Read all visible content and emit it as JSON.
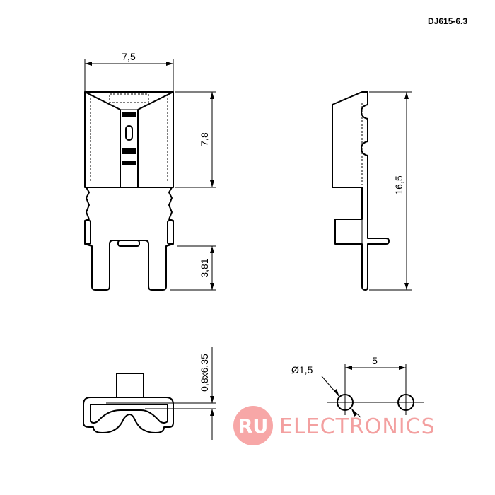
{
  "part_number": "DJ615-6.3",
  "dimensions": {
    "top_width": "7,5",
    "body_height": "7,8",
    "pin_length": "3,81",
    "total_height": "16,5",
    "tab_size": "0,8x6,35",
    "hole_diameter": "Ø1,5",
    "pin_pitch": "5"
  },
  "watermark": {
    "badge": "RU",
    "text": "ELECTRONICS"
  },
  "colors": {
    "line": "#000000",
    "watermark": "#f3a0a0"
  }
}
